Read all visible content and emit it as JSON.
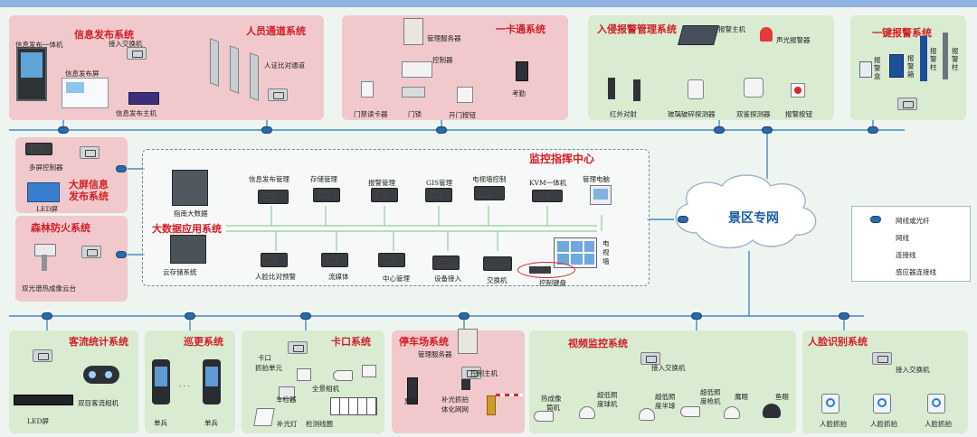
{
  "systems": {
    "info_publish": {
      "title": "信息发布系统",
      "all_in_one": "信息发布一体机",
      "access_switch": "接入交换机",
      "screen": "信息发布屏",
      "host": "信息发布主机"
    },
    "personnel": {
      "title": "人员通道系统",
      "gate": "人证比对通道"
    },
    "card": {
      "title": "一卡通系统",
      "server": "管理服务器",
      "controller": "控制器",
      "attendance": "考勤",
      "reader": "门禁读卡器",
      "lock": "门锁",
      "button": "开门按钮"
    },
    "intrusion": {
      "title": "入侵报警管理系统",
      "host": "报警主机",
      "siren": "声光报警器",
      "infrared": "红外对射",
      "glass": "玻璃破碎探测器",
      "dual": "双鉴探测器",
      "button": "报警按钮"
    },
    "one_key": {
      "title": "一键报警系统",
      "box": "报警盒",
      "box2": "报警箱",
      "pillar": "报警柱",
      "pillar2": "报警柱"
    },
    "big_screen": {
      "title_line1": "大屏信息",
      "title_line2": "发布系统",
      "controller": "多屏控制器",
      "led": "LED屏"
    },
    "fire": {
      "title": "森林防火系统",
      "camera": "双光谱热成像云台"
    },
    "command": {
      "title": "监控指挥中心",
      "bigdata_title": "大数据应用系统",
      "bigdata": "指南大数据",
      "cloud_storage": "云存储系统",
      "top": [
        "信息发布管理",
        "存储管理",
        "报警管理",
        "GIS管理",
        "电视墙控制",
        "KVM一体机"
      ],
      "pc": "管理电脑",
      "bottom": [
        "人脸比对预警",
        "流媒体",
        "中心管理",
        "设备接入",
        "交换机"
      ],
      "tv_wall": "电视墙",
      "keyboard": "控制键盘"
    },
    "cloud": {
      "label": "景区专网"
    },
    "legend": {
      "items": [
        "网线或光纤",
        "网线",
        "连接线",
        "感应器连接线"
      ]
    },
    "passenger": {
      "title": "客流统计系统",
      "led": "LED屏",
      "camera": "双目客流相机"
    },
    "patrol": {
      "title": "巡更系统",
      "soldier1": "单兵",
      "dots": "· · ·",
      "soldier2": "单兵"
    },
    "checkpoint": {
      "title": "卡口系统",
      "unit_line1": "卡口",
      "unit_line2": "抓拍单元",
      "panorama": "全景相机",
      "detector": "车检器",
      "light": "补光灯",
      "coil": "检测线圈"
    },
    "parking": {
      "title": "停车场系统",
      "server": "管理服务器",
      "host": "控制主机",
      "ticket": "票箱",
      "capture_line1": "补光抓拍",
      "capture_line2": "体化网网"
    },
    "video": {
      "title": "视频监控系统",
      "switch": "接入交换机",
      "thermal_line1": "热成像",
      "thermal_line2": "筒机",
      "lowlight_ball_line1": "超低照",
      "lowlight_ball_line2": "度球机",
      "lowlight_half_line1": "超低照",
      "lowlight_half_line2": "度半球",
      "lowlight_gun_line1": "超低照",
      "lowlight_gun_line2": "度枪机",
      "eagle": "鹰眼",
      "fisheye": "鱼眼"
    },
    "face": {
      "title": "人脸识别系统",
      "switch": "接入交换机",
      "cam1": "人脸抓拍",
      "cam2": "人脸抓拍",
      "cam3": "人脸抓拍"
    }
  },
  "colors": {
    "title_red": "#d21d24",
    "network_blue": "#2b6aa8",
    "link_green": "#3aa34a",
    "sensor_red": "#d8282d",
    "cloud_text": "#1d5aa8"
  }
}
